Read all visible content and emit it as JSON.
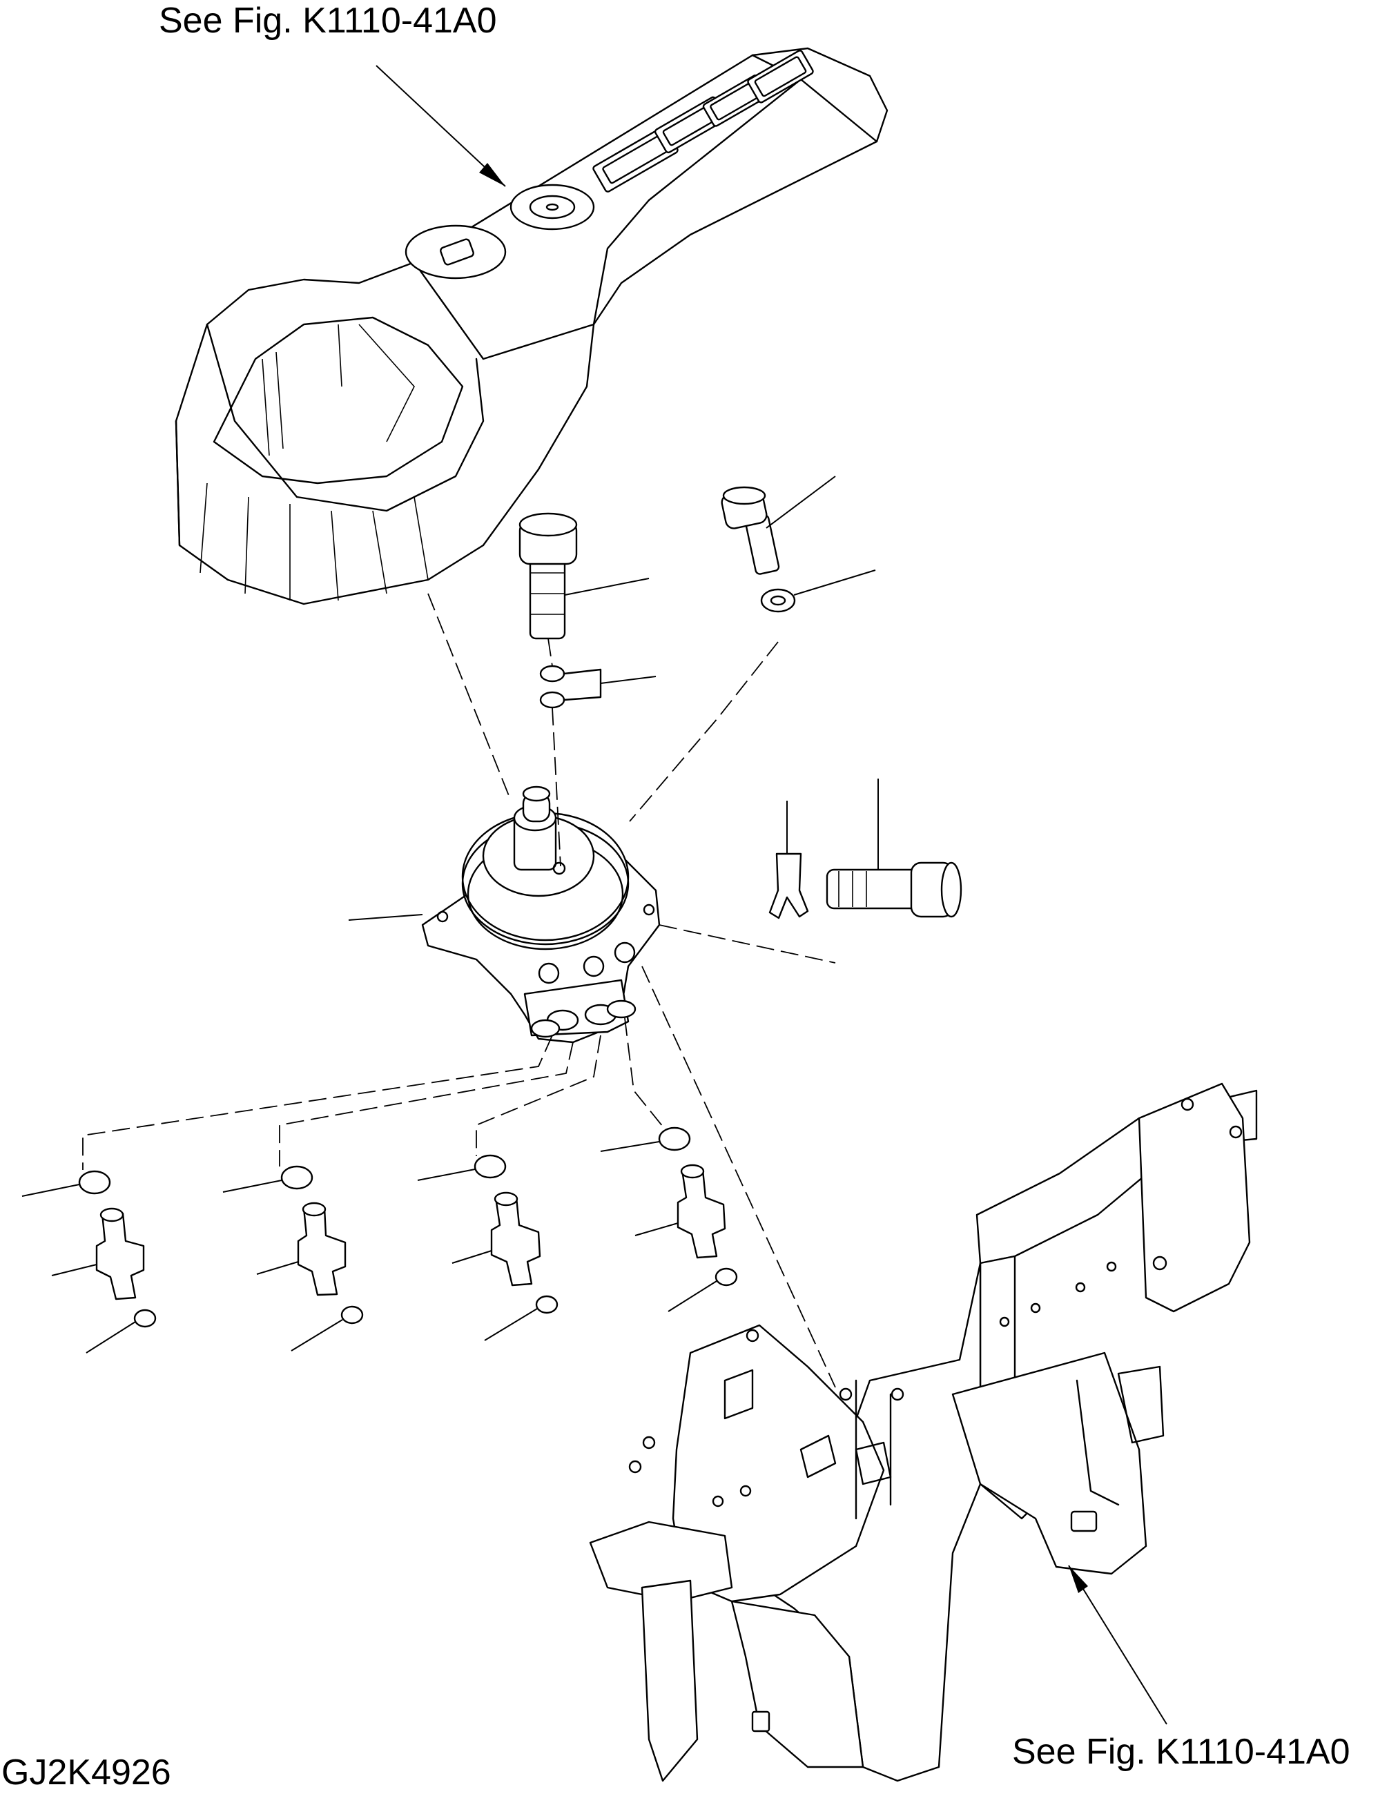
{
  "labels": {
    "ref_top": "See Fig. K1110-41A0",
    "ref_bottom": "See Fig. K1110-41A0",
    "figure_id": "GJ2K4926"
  }
}
